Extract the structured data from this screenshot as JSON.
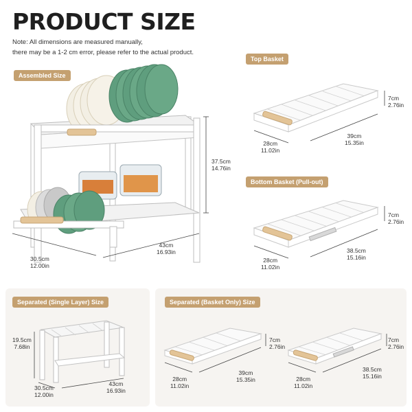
{
  "header": {
    "title": "PRODUCT SIZE",
    "note_line1": "Note: All dimensions are measured manually,",
    "note_line2": "there may be a 1-2 cm error, please refer to the actual product."
  },
  "assembled": {
    "label": "Assembled Size",
    "height_cm": "37.5cm",
    "height_in": "14.76in",
    "depth_cm": "30.5cm",
    "depth_in": "12.00in",
    "width_cm": "43cm",
    "width_in": "16.93in"
  },
  "top_basket": {
    "label": "Top Basket",
    "height_cm": "7cm",
    "height_in": "2.76in",
    "depth_cm": "28cm",
    "depth_in": "11.02in",
    "width_cm": "39cm",
    "width_in": "15.35in"
  },
  "bottom_basket": {
    "label": "Bottom Basket (Pull-out)",
    "height_cm": "7cm",
    "height_in": "2.76in",
    "depth_cm": "28cm",
    "depth_in": "11.02in",
    "width_cm": "38.5cm",
    "width_in": "15.16in"
  },
  "single_layer": {
    "label": "Separated (Single Layer) Size",
    "height_cm": "19.5cm",
    "height_in": "7.68in",
    "depth_cm": "30.5cm",
    "depth_in": "12.00in",
    "width_cm": "43cm",
    "width_in": "16.93in"
  },
  "basket_only": {
    "label": "Separated (Basket Only) Size",
    "a_height_cm": "7cm",
    "a_height_in": "2.76in",
    "a_depth_cm": "28cm",
    "a_depth_in": "11.02in",
    "a_width_cm": "39cm",
    "a_width_in": "15.35in",
    "b_height_cm": "7cm",
    "b_height_in": "2.76in",
    "b_depth_cm": "28cm",
    "b_depth_in": "11.02in",
    "b_width_cm": "38.5cm",
    "b_width_in": "15.16in"
  },
  "colors": {
    "accent": "#c4a070",
    "plate_green": "#5f9e7e",
    "plate_cream": "#f3efe4",
    "wood": "#e3c497",
    "panel": "#f6f4f1"
  },
  "icons": [
    "dish-rack-image",
    "basket-image",
    "pull-out-basket-image"
  ]
}
